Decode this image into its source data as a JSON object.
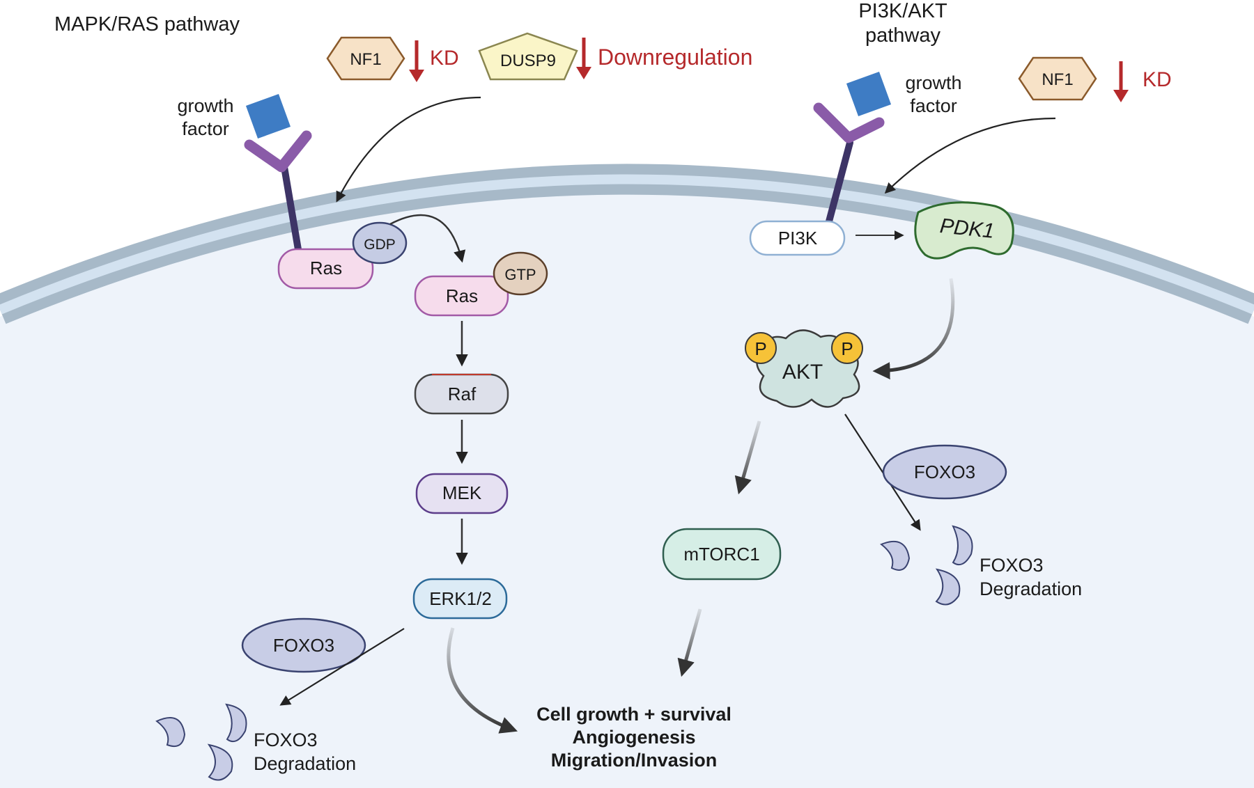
{
  "mapk": {
    "title": "MAPK/RAS pathway",
    "nf1": "NF1",
    "kd": "KD",
    "dusp9": "DUSP9",
    "downregulation": "Downregulation",
    "growth_factor_line1": "growth",
    "growth_factor_line2": "factor",
    "ras1": "Ras",
    "gdp": "GDP",
    "ras2": "Ras",
    "gtp": "GTP",
    "raf": "Raf",
    "mek": "MEK",
    "erk": "ERK1/2",
    "foxo3": "FOXO3",
    "deg_line1": "FOXO3",
    "deg_line2": "Degradation"
  },
  "pi3k": {
    "title_line1": "PI3K/AKT",
    "title_line2": "pathway",
    "growth_factor_line1": "growth",
    "growth_factor_line2": "factor",
    "nf1": "NF1",
    "kd": "KD",
    "pi3k": "PI3K",
    "pdk1": "PDK1",
    "akt": "AKT",
    "p1": "P",
    "p2": "P",
    "mtorc1": "mTORC1",
    "foxo3": "FOXO3",
    "deg_line1": "FOXO3",
    "deg_line2": "Degradation"
  },
  "outcome": {
    "line1": "Cell growth + survival",
    "line2": "Angiogenesis",
    "line3": "Migration/Invasion"
  },
  "colors": {
    "cell_fill": "#eef3fa",
    "membrane": "#a7b9c8",
    "membrane_inner": "#d3e2f0",
    "red": "#b5292b",
    "receptor": "#8a5ba8",
    "receptor_stalk": "#3d3466",
    "ligand": "#3e7cc4"
  }
}
